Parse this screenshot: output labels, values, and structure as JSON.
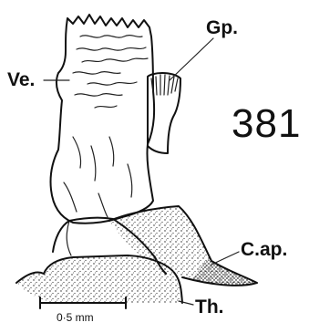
{
  "figure": {
    "number": "381",
    "labels": {
      "genital_papilla": "Gp.",
      "velum": "Ve.",
      "collar_apophysis": "C.ap.",
      "thorax": "Th."
    },
    "scale_bar": "0·5 mm"
  }
}
